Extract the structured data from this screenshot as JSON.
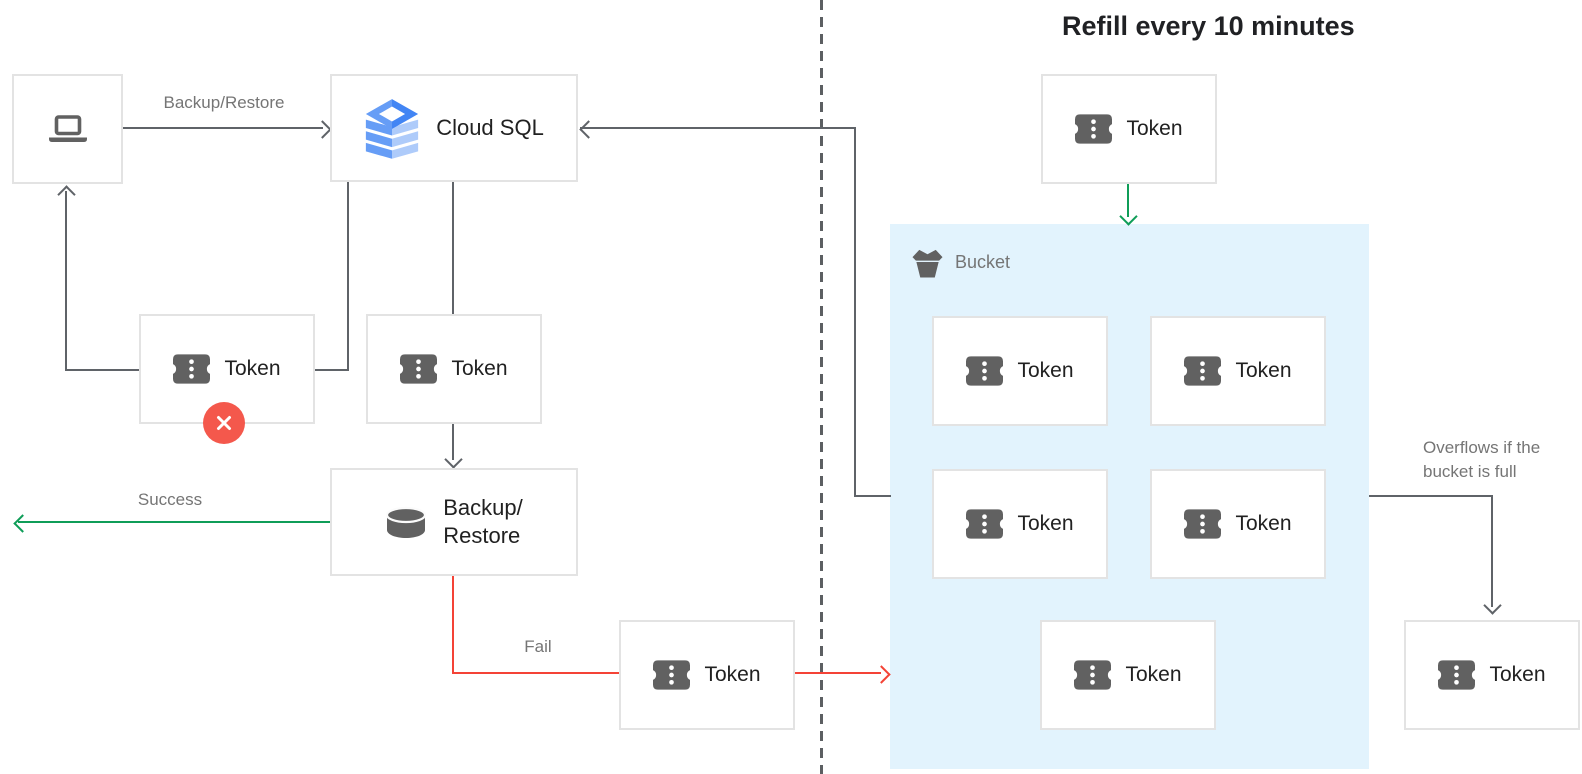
{
  "title": "Refill every 10 minutes",
  "nodes": {
    "cloud_sql": {
      "label": "Cloud SQL"
    },
    "backup_restore": {
      "label_line1": "Backup/",
      "label_line2": "Restore"
    },
    "token": {
      "label": "Token"
    },
    "bucket": {
      "label": "Bucket"
    }
  },
  "edges": {
    "request": {
      "label": "Backup/Restore"
    },
    "success": {
      "label": "Success"
    },
    "fail": {
      "label": "Fail"
    },
    "overflow": {
      "label_line1": "Overflows if the",
      "label_line2": "bucket is full"
    }
  },
  "icons": {
    "client": "laptop-icon",
    "cloud_sql": "cloud-sql-layers-icon",
    "backup_restore": "database-icon",
    "token": "token-ticket-icon",
    "bucket": "bucket-icon",
    "error": "error-x-icon"
  },
  "colors": {
    "line_gray": "#5f6368",
    "success_green": "#0f9d58",
    "fail_red": "#f44336",
    "error_badge": "#f4584c",
    "bucket_bg": "#e2f3fd",
    "box_border": "#e3e3e3",
    "icon_gray": "#616161",
    "label_gray": "#757575",
    "text_dark": "#212121",
    "sql_blue_dark": "#4285f4",
    "sql_blue_medium": "#669df6",
    "sql_blue_light": "#aecbfa"
  }
}
